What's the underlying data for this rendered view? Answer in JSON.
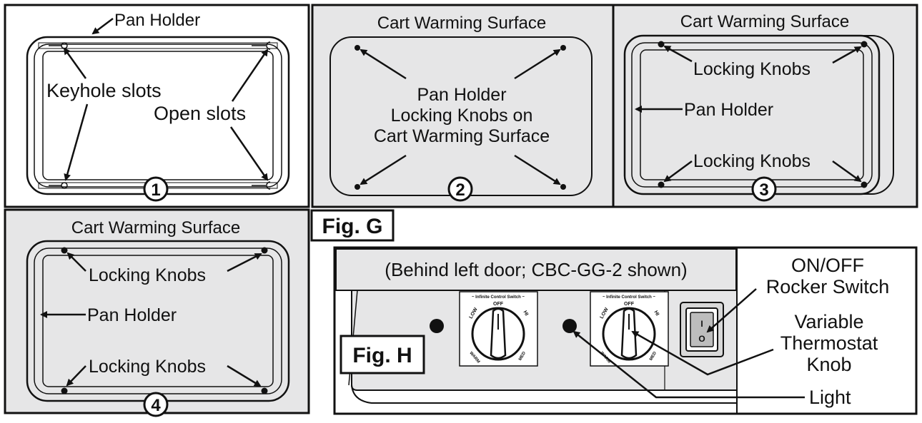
{
  "panels": {
    "p1": {
      "number": "1",
      "pan_holder": "Pan Holder",
      "keyhole": "Keyhole slots",
      "open": "Open slots"
    },
    "p2": {
      "number": "2",
      "title": "Cart Warming Surface",
      "line1": "Pan Holder",
      "line2": "Locking Knobs on",
      "line3": "Cart Warming Surface"
    },
    "p3": {
      "number": "3",
      "title": "Cart Warming Surface",
      "knobs_top": "Locking Knobs",
      "pan_holder": "Pan Holder",
      "knobs_bottom": "Locking Knobs"
    },
    "p4": {
      "number": "4",
      "title": "Cart Warming Surface",
      "knobs_top": "Locking Knobs",
      "pan_holder": "Pan Holder",
      "knobs_bottom": "Locking Knobs"
    }
  },
  "fig_g": "Fig. G",
  "fig_h": {
    "label": "Fig. H",
    "caption": "(Behind left door; CBC-GG-2 shown)",
    "switch_line1": "ON/OFF",
    "switch_line2": "Rocker Switch",
    "thermo_line1": "Variable",
    "thermo_line2": "Thermostat",
    "thermo_line3": "Knob",
    "light": "Light",
    "dial_title": "~ Infinite Control Switch ~",
    "dial_off": "OFF",
    "dial_low": "LOW",
    "dial_hi": "HI",
    "dial_warm": "WARM",
    "dial_med": "MED",
    "switch_on": "I",
    "switch_off": "O"
  },
  "colors": {
    "panel_fill": "#e6e6e7",
    "line": "#111111",
    "background": "#ffffff"
  }
}
